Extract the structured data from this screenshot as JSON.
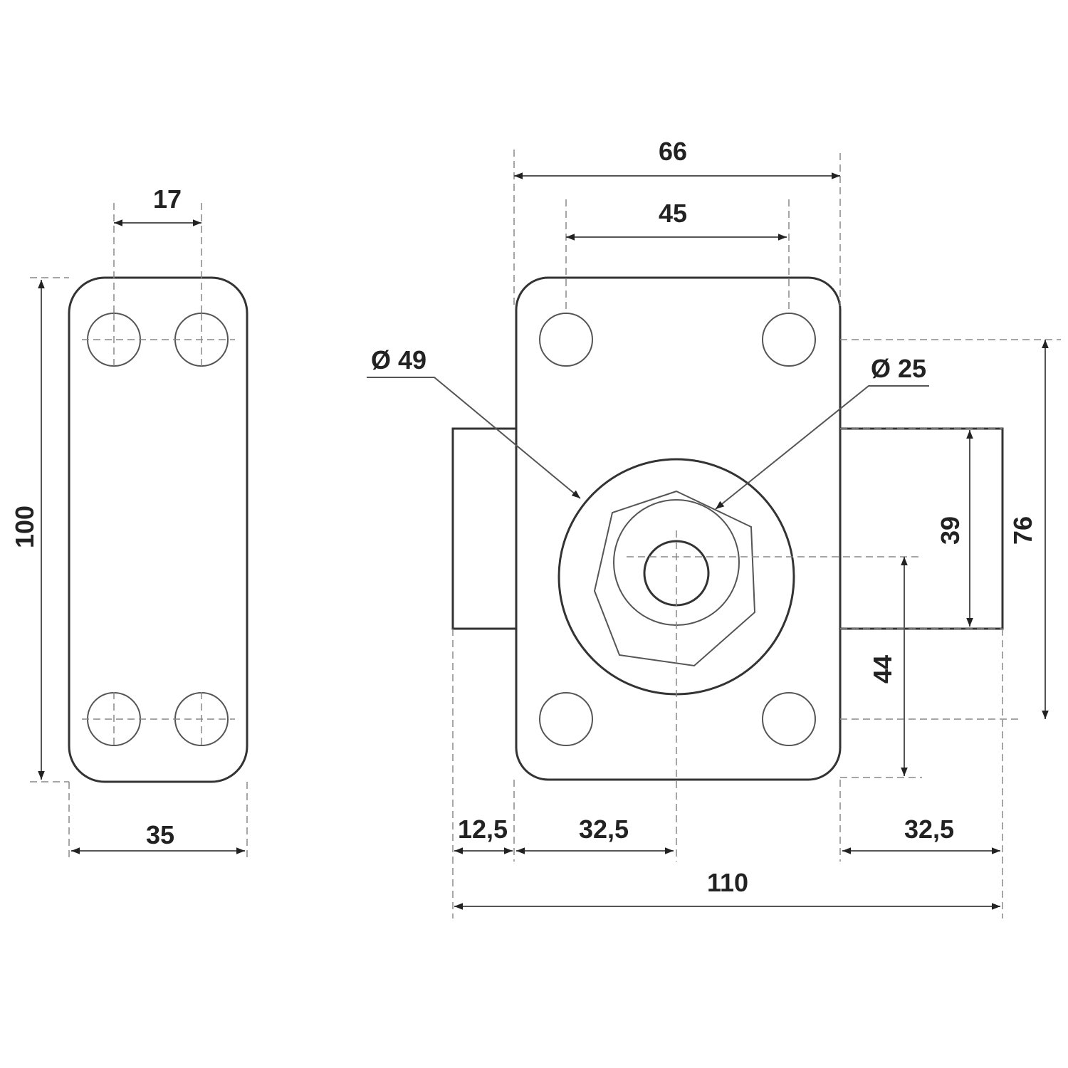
{
  "title": "Cam lock dimension drawing",
  "side_view": {
    "width_label": "35",
    "height_label": "100",
    "hole_spacing_label": "17"
  },
  "front_view": {
    "plate_width_label": "66",
    "hole_spacing_label": "45",
    "outer_diameter_label": "Ø 49",
    "inner_diameter_label": "Ø 25",
    "flange_height_label": "39",
    "hole_vertical_label": "76",
    "center_offset_label": "44",
    "left_flange_label": "12,5",
    "left_center_label": "32,5",
    "right_flange_label": "32,5",
    "total_width_label": "110"
  },
  "colors": {
    "line": "#333333",
    "background": "#ffffff"
  }
}
